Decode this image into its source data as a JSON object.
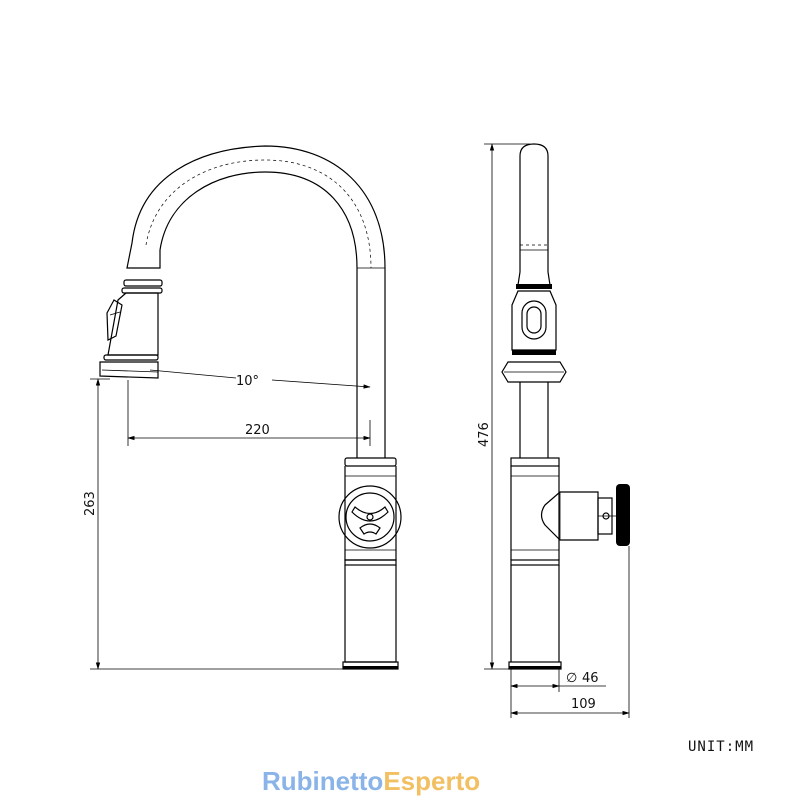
{
  "front_view": {
    "spout_angle": "10°",
    "reach": "220",
    "height": "263"
  },
  "side_view": {
    "total_height": "476",
    "base_diameter": "46",
    "depth": "109"
  },
  "diameter_symbol": "∅",
  "unit_label": "UNIT:MM",
  "watermark": {
    "part1": "Rubinetto",
    "part2": "Esperto",
    "color1": "#8ab4e8",
    "color2": "#f2c063"
  }
}
